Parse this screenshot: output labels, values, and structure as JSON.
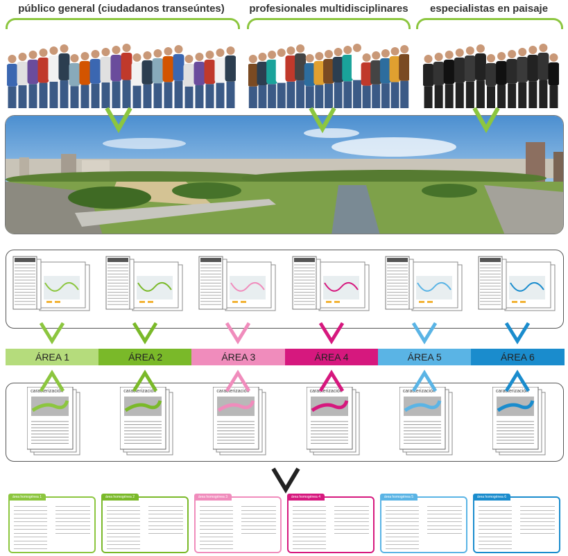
{
  "groups": [
    {
      "label": "público general (ciudadanos transeúntes)"
    },
    {
      "label": "profesionales multidisciplinares"
    },
    {
      "label": "especialistas en paisaje"
    }
  ],
  "areas": [
    {
      "label": "ÁREA 1",
      "color": "#8cc63f",
      "bar_color": "#b5dc7c"
    },
    {
      "label": "ÁREA 2",
      "color": "#7ab929",
      "bar_color": "#7ab929"
    },
    {
      "label": "ÁREA 3",
      "color": "#f08cbc",
      "bar_color": "#f08cbc"
    },
    {
      "label": "ÁREA 4",
      "color": "#d6187e",
      "bar_color": "#d6187e"
    },
    {
      "label": "ÁREA 5",
      "color": "#5ab4e5",
      "bar_color": "#5ab4e5"
    },
    {
      "label": "ÁREA 6",
      "color": "#1a8ccd",
      "bar_color": "#1a8ccd"
    }
  ],
  "doc_title": "caracterización",
  "card_tab_titles": [
    "área homogénea 1",
    "área homogénea 2",
    "área homogénea 3",
    "área homogénea 4",
    "área homogénea 5",
    "área homogénea 6"
  ],
  "colors": {
    "green": "#8cc63f",
    "dark": "#222222",
    "panel_border": "#555555"
  }
}
